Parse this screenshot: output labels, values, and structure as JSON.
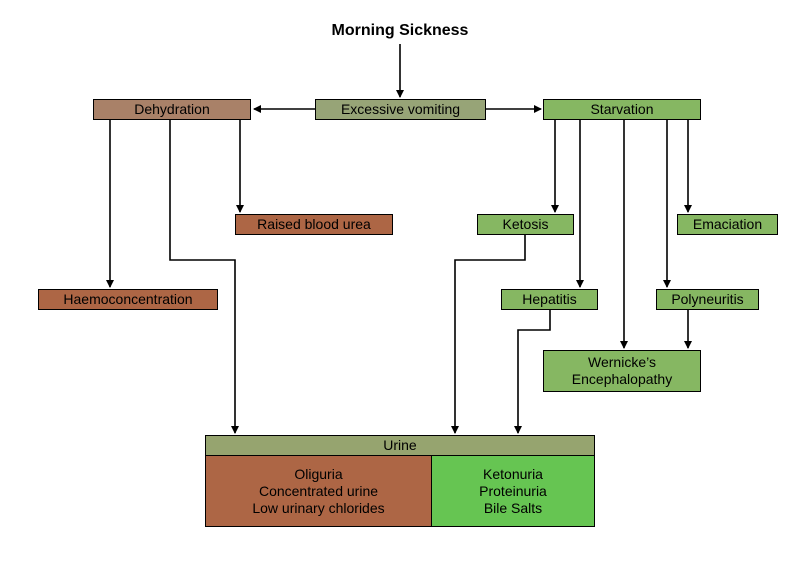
{
  "title": "Morning Sickness",
  "nodes": {
    "excessive_vomiting": "Excessive vomiting",
    "dehydration": "Dehydration",
    "starvation": "Starvation",
    "raised_blood_urea": "Raised blood urea",
    "haemoconcentration": "Haemoconcentration",
    "ketosis": "Ketosis",
    "emaciation": "Emaciation",
    "hepatitis": "Hepatitis",
    "polyneuritis": "Polyneuritis",
    "wernicke_line1": "Wernicke’s",
    "wernicke_line2": "Encephalopathy"
  },
  "urine": {
    "header": "Urine",
    "left": [
      "Oliguria",
      "Concentrated urine",
      "Low urinary chlorides"
    ],
    "right": [
      "Ketonuria",
      "Proteinuria",
      "Bile Salts"
    ]
  },
  "colors": {
    "dehydration_branch": "#a98168",
    "dehydration_leaf": "#ad6645",
    "vomiting": "#97a477",
    "starvation_branch": "#86b762",
    "urine_left": "#ad6645",
    "urine_right": "#66c552"
  }
}
